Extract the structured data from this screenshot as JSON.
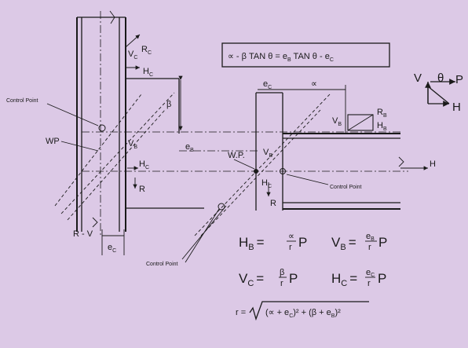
{
  "formulas": {
    "top_eq": "∝ - β TAN θ = e",
    "top_eq_sub1": "B",
    "top_eq_mid": " TAN θ - e",
    "top_eq_sub2": "C",
    "hb_lhs": "H",
    "hb_sub": "B",
    "hb_eq": "=",
    "hb_num": "∝",
    "hb_den": "r",
    "hb_p": "P",
    "vb_lhs": "V",
    "vb_sub": "B",
    "vb_eq": "=",
    "vb_num": "e",
    "vb_num_sub": "B",
    "vb_den": "r",
    "vb_p": "P",
    "vc_lhs": "V",
    "vc_sub": "C",
    "vc_eq": "=",
    "vc_num": "β",
    "vc_den": "r",
    "vc_p": "P",
    "hc_lhs": "H",
    "hc_sub": "C",
    "hc_eq": "=",
    "hc_num": "e",
    "hc_num_sub": "C",
    "hc_den": "r",
    "hc_p": "P",
    "r_lhs": "r =",
    "r_radicand": "(∝ + e",
    "r_sub1": "C",
    "r_mid": ")² + (β + e",
    "r_sub2": "B",
    "r_end": ")²"
  },
  "labels": {
    "control_point_1": "Control Point",
    "control_point_2": "Control Point",
    "control_point_3": "Control Point",
    "wp_left": "WP",
    "wp_right": "W.P.",
    "vc": "V",
    "vc_sub": "C",
    "rc": "R",
    "rc_sub": "C",
    "hc_top": "H",
    "hc_top_sub": "C",
    "beta": "β",
    "eb_left": "e",
    "eb_left_sub": "B",
    "vb_left": "V",
    "vb_left_sub": "B",
    "hc_left": "H",
    "hc_left_sub": "C",
    "r_left": "R",
    "r_v": "R - V",
    "ec_bottom": "e",
    "ec_bottom_sub": "C",
    "ec_top": "e",
    "ec_top_sub": "C",
    "alpha": "∝",
    "vb_right": "V",
    "vb_right_sub": "B",
    "rb": "R",
    "rb_sub": "B",
    "hb": "H",
    "hb_sub": "B",
    "vb_mid": "V",
    "vb_mid_sub": "B",
    "hc_mid": "H",
    "hc_mid_sub": "C",
    "r_mid": "R",
    "h_arrow": "H",
    "triangle_v": "V",
    "triangle_theta": "θ",
    "triangle_p": "P",
    "triangle_h": "H"
  }
}
